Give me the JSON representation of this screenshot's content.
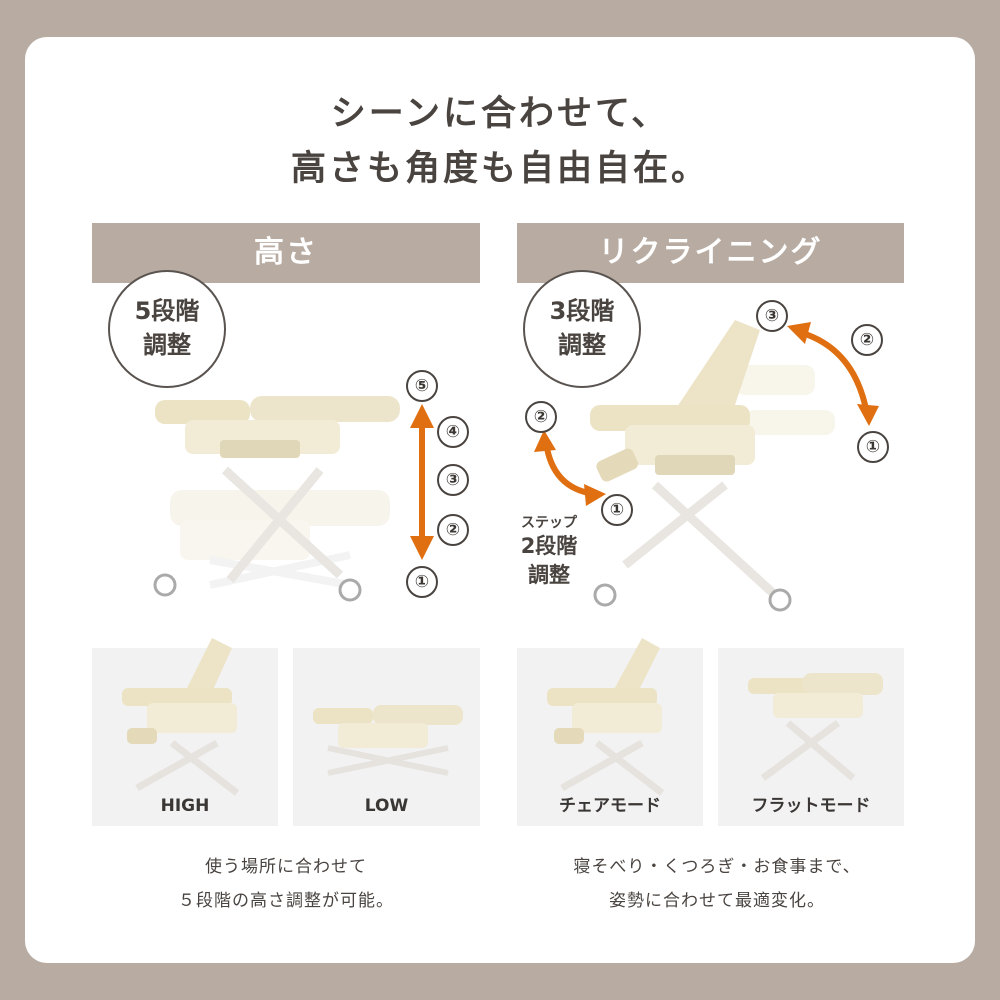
{
  "headline": {
    "line1": "シーンに合わせて、",
    "line2": "高さも角度も自由自在。"
  },
  "height_section": {
    "banner": "高さ",
    "stage_line1": "5段階",
    "stage_line2": "調整",
    "markers": [
      "⑤",
      "④",
      "③",
      "②",
      "①"
    ]
  },
  "recline_section": {
    "banner": "リクライニング",
    "stage_line1": "3段階",
    "stage_line2": "調整",
    "back_markers": [
      "③",
      "②",
      "①"
    ],
    "step_markers": [
      "②",
      "①"
    ],
    "step_label_small": "ステップ",
    "step_label_line1": "2段階",
    "step_label_line2": "調整"
  },
  "photos": [
    {
      "label": "HIGH"
    },
    {
      "label": "LOW"
    },
    {
      "label": "チェアモード"
    },
    {
      "label": "フラットモード"
    }
  ],
  "captions": {
    "left_line1": "使う場所に合わせて",
    "left_line2": "５段階の高さ調整が可能。",
    "right_line1": "寝そべり・くつろぎ・お食事まで、",
    "right_line2": "姿勢に合わせて最適変化。"
  },
  "colors": {
    "background": "#b7aba2",
    "banner": "#b7aba2",
    "arrow": "#e06f12",
    "text": "#4a4440"
  }
}
